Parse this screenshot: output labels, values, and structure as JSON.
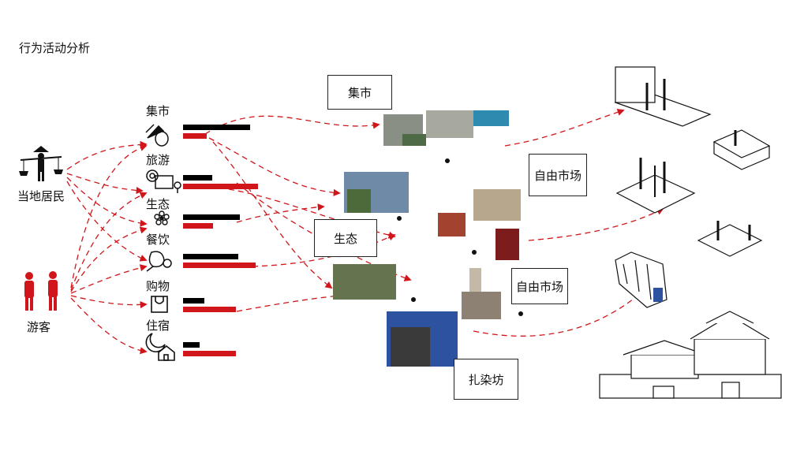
{
  "title": "行为活动分析",
  "groups": [
    {
      "label": "当地居民",
      "color": "#000000"
    },
    {
      "label": "游客",
      "color": "#d0161b"
    }
  ],
  "categories": [
    {
      "label": "集市",
      "icon": "market-produce-icon",
      "resident": 0.85,
      "tourist": 0.3
    },
    {
      "label": "旅游",
      "icon": "camera-map-icon",
      "resident": 0.37,
      "tourist": 0.95
    },
    {
      "label": "生态",
      "icon": "flower-icon",
      "resident": 0.72,
      "tourist": 0.38
    },
    {
      "label": "餐饮",
      "icon": "meat-icon",
      "resident": 0.7,
      "tourist": 0.92
    },
    {
      "label": "购物",
      "icon": "shopping-bag-icon",
      "resident": 0.27,
      "tourist": 0.67
    },
    {
      "label": "住宿",
      "icon": "house-moon-icon",
      "resident": 0.21,
      "tourist": 0.67
    }
  ],
  "places": [
    {
      "label": "集市"
    },
    {
      "label": "自由市场"
    },
    {
      "label": "生态"
    },
    {
      "label": "自由市场"
    },
    {
      "label": "扎染坊"
    }
  ],
  "colors": {
    "accent": "#d0161b",
    "ink": "#111111"
  }
}
